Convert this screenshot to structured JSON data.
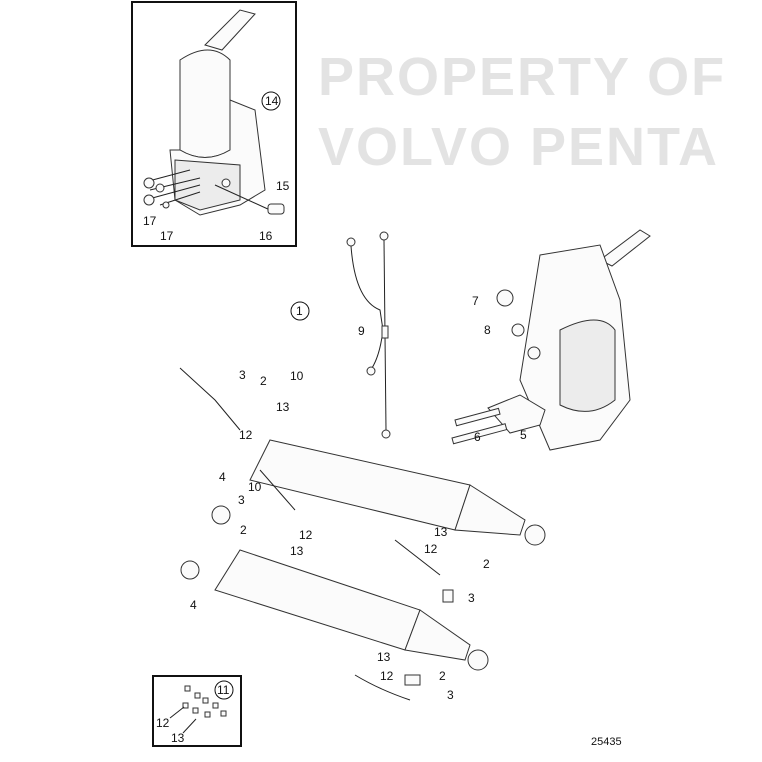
{
  "diagram": {
    "watermark_line1": "PROPERTY OF",
    "watermark_line2": "VOLVO PENTA",
    "drawing_number": "25435",
    "inset_pump": {
      "callout": "14",
      "labels": [
        "15",
        "16",
        "17",
        "17"
      ]
    },
    "inset_kit": {
      "callout": "11",
      "labels": [
        "12",
        "13"
      ]
    },
    "main_callout": "1",
    "labels": [
      "7",
      "8",
      "9",
      "3",
      "2",
      "10",
      "13",
      "12",
      "6",
      "5",
      "4",
      "10",
      "3",
      "2",
      "12",
      "13",
      "13",
      "12",
      "2",
      "3",
      "4",
      "13",
      "12",
      "2",
      "3"
    ]
  }
}
